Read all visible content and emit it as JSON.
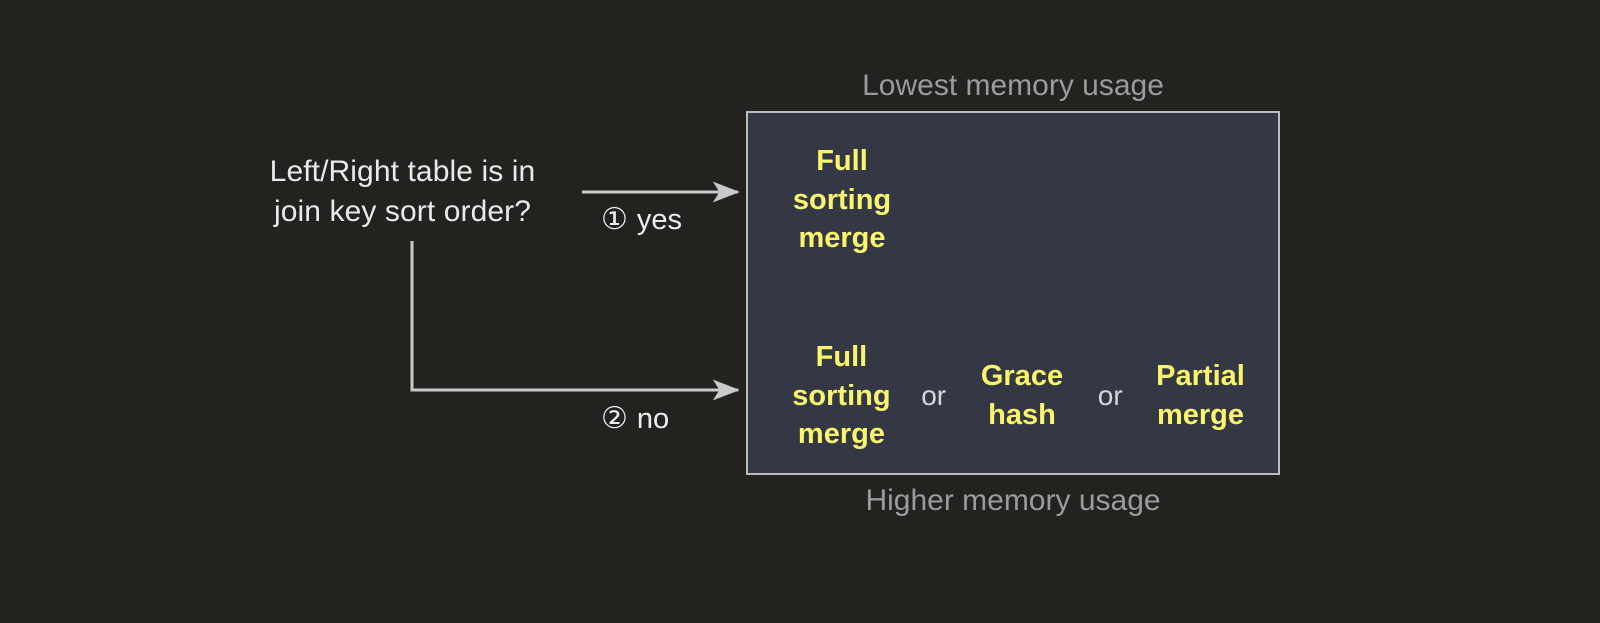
{
  "diagram": {
    "question": {
      "text": "Left/Right table is in\njoin key sort order?"
    },
    "branches": [
      {
        "marker": "①",
        "label": "yes",
        "name": "branch-yes"
      },
      {
        "marker": "②",
        "label": "no",
        "name": "branch-no"
      }
    ],
    "captions": {
      "top": "Lowest memory usage",
      "bottom": "Higher memory usage"
    },
    "results": {
      "sorted_row": {
        "options": [
          {
            "text": "Full\nsorting\nmerge"
          }
        ]
      },
      "unsorted_row": {
        "options": [
          {
            "text": "Full\nsorting\nmerge"
          },
          {
            "text": "Grace\nhash"
          },
          {
            "text": "Partial\nmerge"
          }
        ],
        "separator": "or"
      }
    },
    "colors": {
      "page_background": "#22231e",
      "box_background": "#343845",
      "box_border": "#b9bcc0",
      "accent_yellow": "#fbf46d",
      "primary_text": "#e9e9e7",
      "muted_text": "#9b9b99",
      "connector": "#c9cacb"
    }
  }
}
